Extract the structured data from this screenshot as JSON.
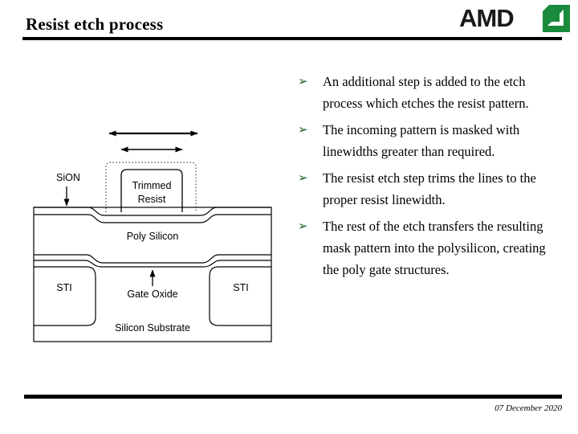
{
  "slide": {
    "title": "Resist etch process",
    "footer_date": "07 December 2020"
  },
  "logo": {
    "wordmark": "AMD",
    "arrow_icon_name": "amd-arrow-icon",
    "green": "#1a8a3c",
    "text_color": "#1a1a1a"
  },
  "bullets": {
    "marker_glyph": "➢",
    "marker_color": "#1f6029",
    "items": [
      {
        "text": "An additional step is added to the etch process which etches the resist pattern."
      },
      {
        "text": "The incoming pattern is masked with linewidths greater than required."
      },
      {
        "text": "The resist etch step trims the lines to the proper resist linewidth."
      },
      {
        "text": "The rest of the etch transfers the resulting mask pattern into the polysilicon, creating the poly gate structures."
      }
    ]
  },
  "diagram": {
    "name": "transistor-cross-section",
    "labels": {
      "sion": "SiON",
      "trimmed_resist_line1": "Trimmed",
      "trimmed_resist_line2": "Resist",
      "poly_silicon": "Poly Silicon",
      "sti_left": "STI",
      "sti_right": "STI",
      "gate_oxide": "Gate Oxide",
      "silicon_substrate": "Silicon Substrate"
    },
    "annotations": {
      "wide_arrow_name": "incoming-linewidth-arrow",
      "narrow_arrow_name": "trimmed-linewidth-arrow",
      "sion_pointer_name": "sion-pointer-arrow",
      "gate_oxide_pointer_name": "gate-oxide-pointer-arrow",
      "original_resist_outline_name": "original-resist-dotted-outline"
    }
  }
}
